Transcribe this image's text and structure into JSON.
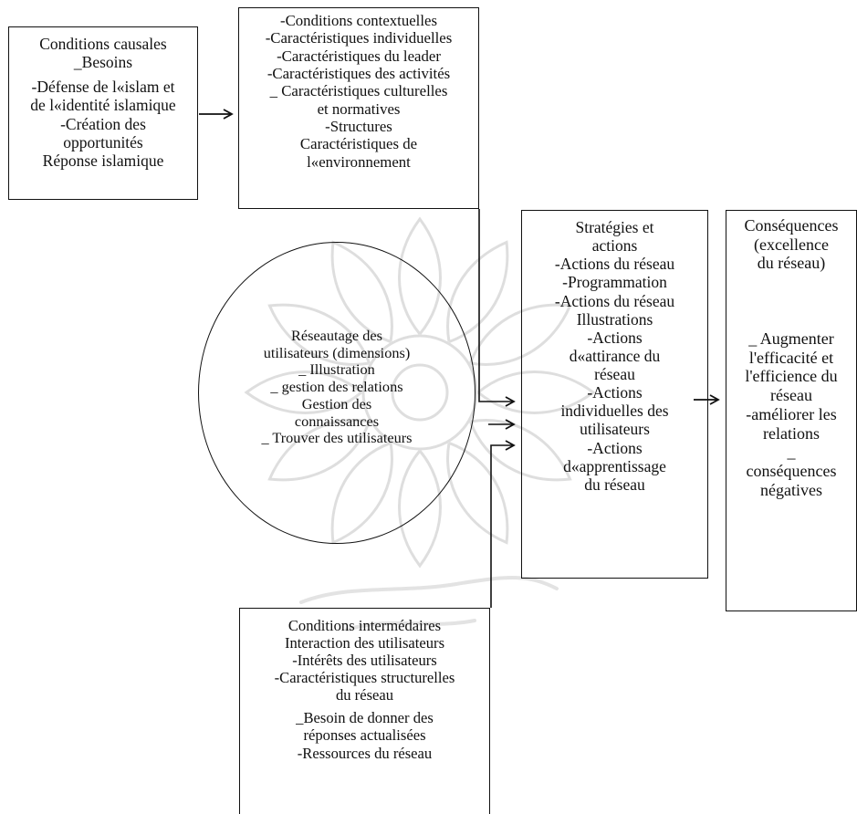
{
  "causal_conditions": {
    "lines": [
      "Conditions causales",
      "_Besoins",
      "-Défense de l«islam et",
      "de l«identité islamique",
      "-Création des",
      "opportunités",
      "Réponse islamique"
    ]
  },
  "contextual_conditions": {
    "lines": [
      "-Conditions contextuelles",
      "-Caractéristiques individuelles",
      "-Caractéristiques du leader",
      "-Caractéristiques des activités",
      "_ Caractéristiques culturelles",
      "et normatives",
      "-Structures",
      "Caractéristiques de",
      "l«environnement"
    ]
  },
  "phenomenon": {
    "lines": [
      "Réseautage des",
      "utilisateurs (dimensions)",
      "_ Illustration",
      "_ gestion des relations",
      "Gestion des",
      "connaissances",
      "_ Trouver des utilisateurs"
    ]
  },
  "strategies": {
    "lines": [
      "Stratégies et",
      "actions",
      "-Actions du réseau",
      "-Programmation",
      "-Actions du réseau",
      "Illustrations",
      "-Actions",
      "d«attirance du",
      "réseau",
      "-Actions",
      "individuelles des",
      "utilisateurs",
      "-Actions",
      "d«apprentissage",
      "du réseau"
    ]
  },
  "consequences": {
    "header_lines": [
      "Conséquences",
      "(excellence",
      "du réseau)"
    ],
    "body_lines": [
      "_ Augmenter",
      "l'efficacité et",
      "l'efficience du",
      "réseau",
      "-améliorer les",
      "relations",
      "_",
      "conséquences",
      "négatives"
    ]
  },
  "intermediate_conditions": {
    "lines_a": [
      "Conditions intermédaires",
      "Interaction des utilisateurs",
      "-Intérêts des utilisateurs",
      "-Caractéristiques structurelles",
      "du réseau"
    ],
    "lines_b": [
      "_Besoin de donner des",
      "réponses actualisées",
      "-Ressources du réseau"
    ]
  },
  "colors": {
    "ink": "#111111",
    "watermark": "#d9d9d9"
  }
}
